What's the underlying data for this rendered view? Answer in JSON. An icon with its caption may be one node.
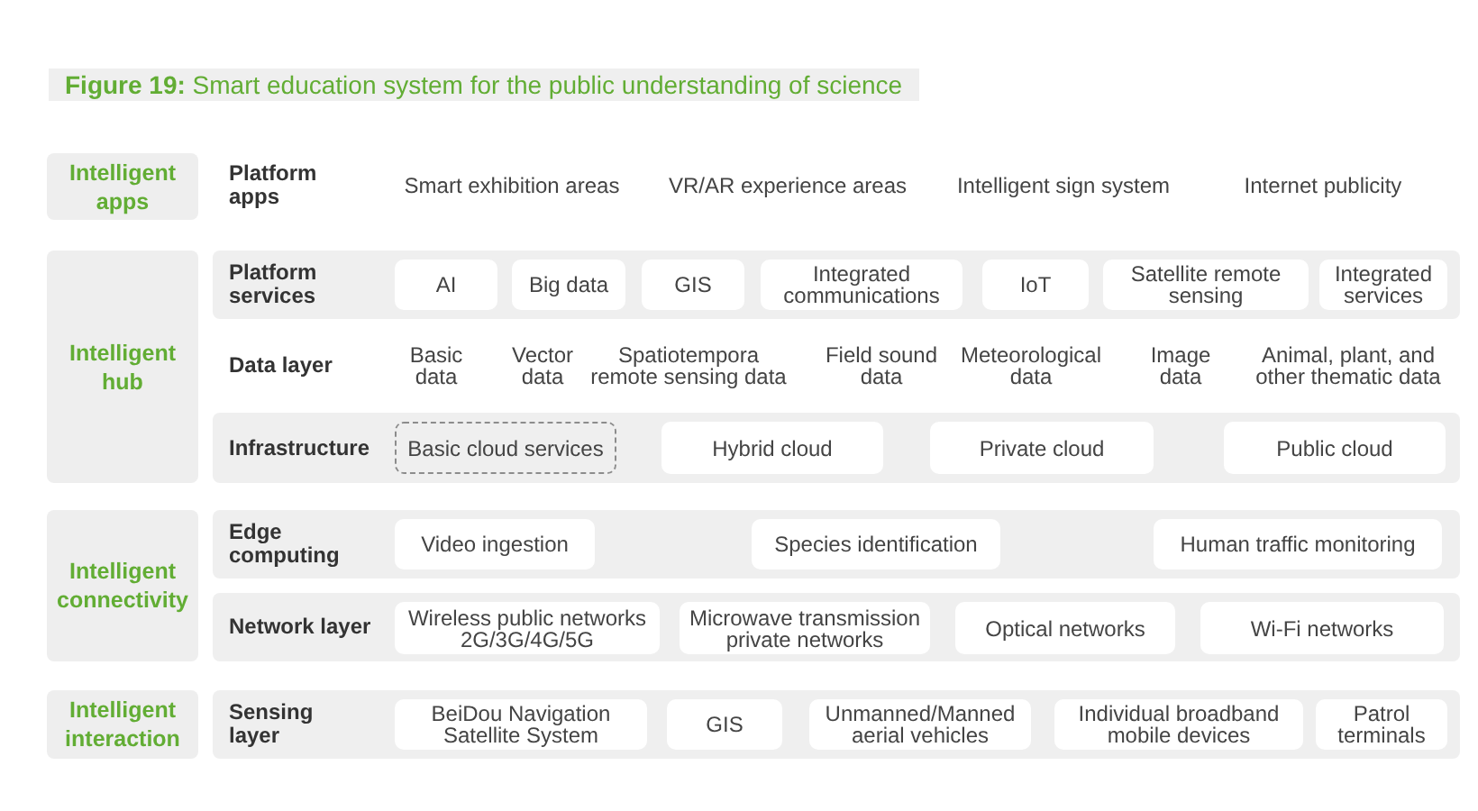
{
  "diagram": {
    "title": "**Figure 19:** Smart education system for the public understanding of science",
    "nodes": [
      {
        "text": [
          "Intelligent apps"
        ]
      },
      {
        "text": [
          "Intelligent hub"
        ]
      },
      {
        "text": [
          "Platform services"
        ]
      },
      {
        "text": [
          "AI"
        ],
        "in": 2
      },
      {
        "text": [
          "Big data"
        ],
        "in": 2
      },
      {
        "text": [
          "GIS"
        ],
        "in": 2
      },
      {
        "text": [
          "Integrated communications"
        ],
        "in": 2
      },
      {
        "text": [
          "IoT"
        ],
        "in": 2
      },
      {
        "text": [
          "Satellite remote sensing"
        ],
        "in": 2
      },
      {
        "text": [
          "Integrated services"
        ],
        "in": 2
      },
      {
        "text": [
          "Infrastructure"
        ]
      },
      {
        "text": [
          "Basic cloud services"
        ],
        "in": 10
      },
      {
        "text": [
          "Hybrid cloud"
        ],
        "in": 10
      },
      {
        "text": [
          "Private cloud"
        ],
        "in": 10
      },
      {
        "text": [
          "Public cloud"
        ],
        "in": 10
      },
      {
        "text": [
          "Intelligent connectivity"
        ]
      },
      {
        "text": [
          "Edge computing"
        ]
      },
      {
        "text": [
          "Video ingestion"
        ],
        "in": 16
      },
      {
        "text": [
          "Species identification"
        ],
        "in": 16
      },
      {
        "text": [
          "Human traffic monitoring"
        ],
        "in": 16
      },
      {
        "text": [
          "Network layer"
        ]
      },
      {
        "text": [
          "Wireless public networks 2G/3G/4G/5G"
        ],
        "in": 20
      },
      {
        "text": [
          "Microwave transmission private networks"
        ],
        "in": 20
      },
      {
        "text": [
          "Optical networks"
        ],
        "in": 20
      },
      {
        "text": [
          "Wi-Fi networks"
        ],
        "in": 20
      },
      {
        "text": [
          "Intelligent interaction"
        ]
      },
      {
        "text": [
          "Sensing layer"
        ]
      },
      {
        "text": [
          "BeiDou Navigation Satellite System"
        ],
        "in": 26
      },
      {
        "text": [
          "GIS"
        ],
        "in": 26
      },
      {
        "text": [
          "Unmanned/Manned aerial vehicles"
        ],
        "in": 26
      },
      {
        "text": [
          "Individual broadband mobile devices"
        ],
        "in": 26
      },
      {
        "text": [
          "Patrol terminals"
        ],
        "in": 26
      }
    ],
    "labels": [
      "Platform apps",
      "Smart exhibition areas",
      "VR/AR experience areas",
      "Intelligent sign system",
      "Internet publicity",
      "Data layer",
      "Basic data",
      "Vector data",
      "Spatiotempora remote sensing data",
      "Field sound data",
      "Meteorological data",
      "Image data",
      "Animal, plant, and other thematic data"
    ]
  }
}
